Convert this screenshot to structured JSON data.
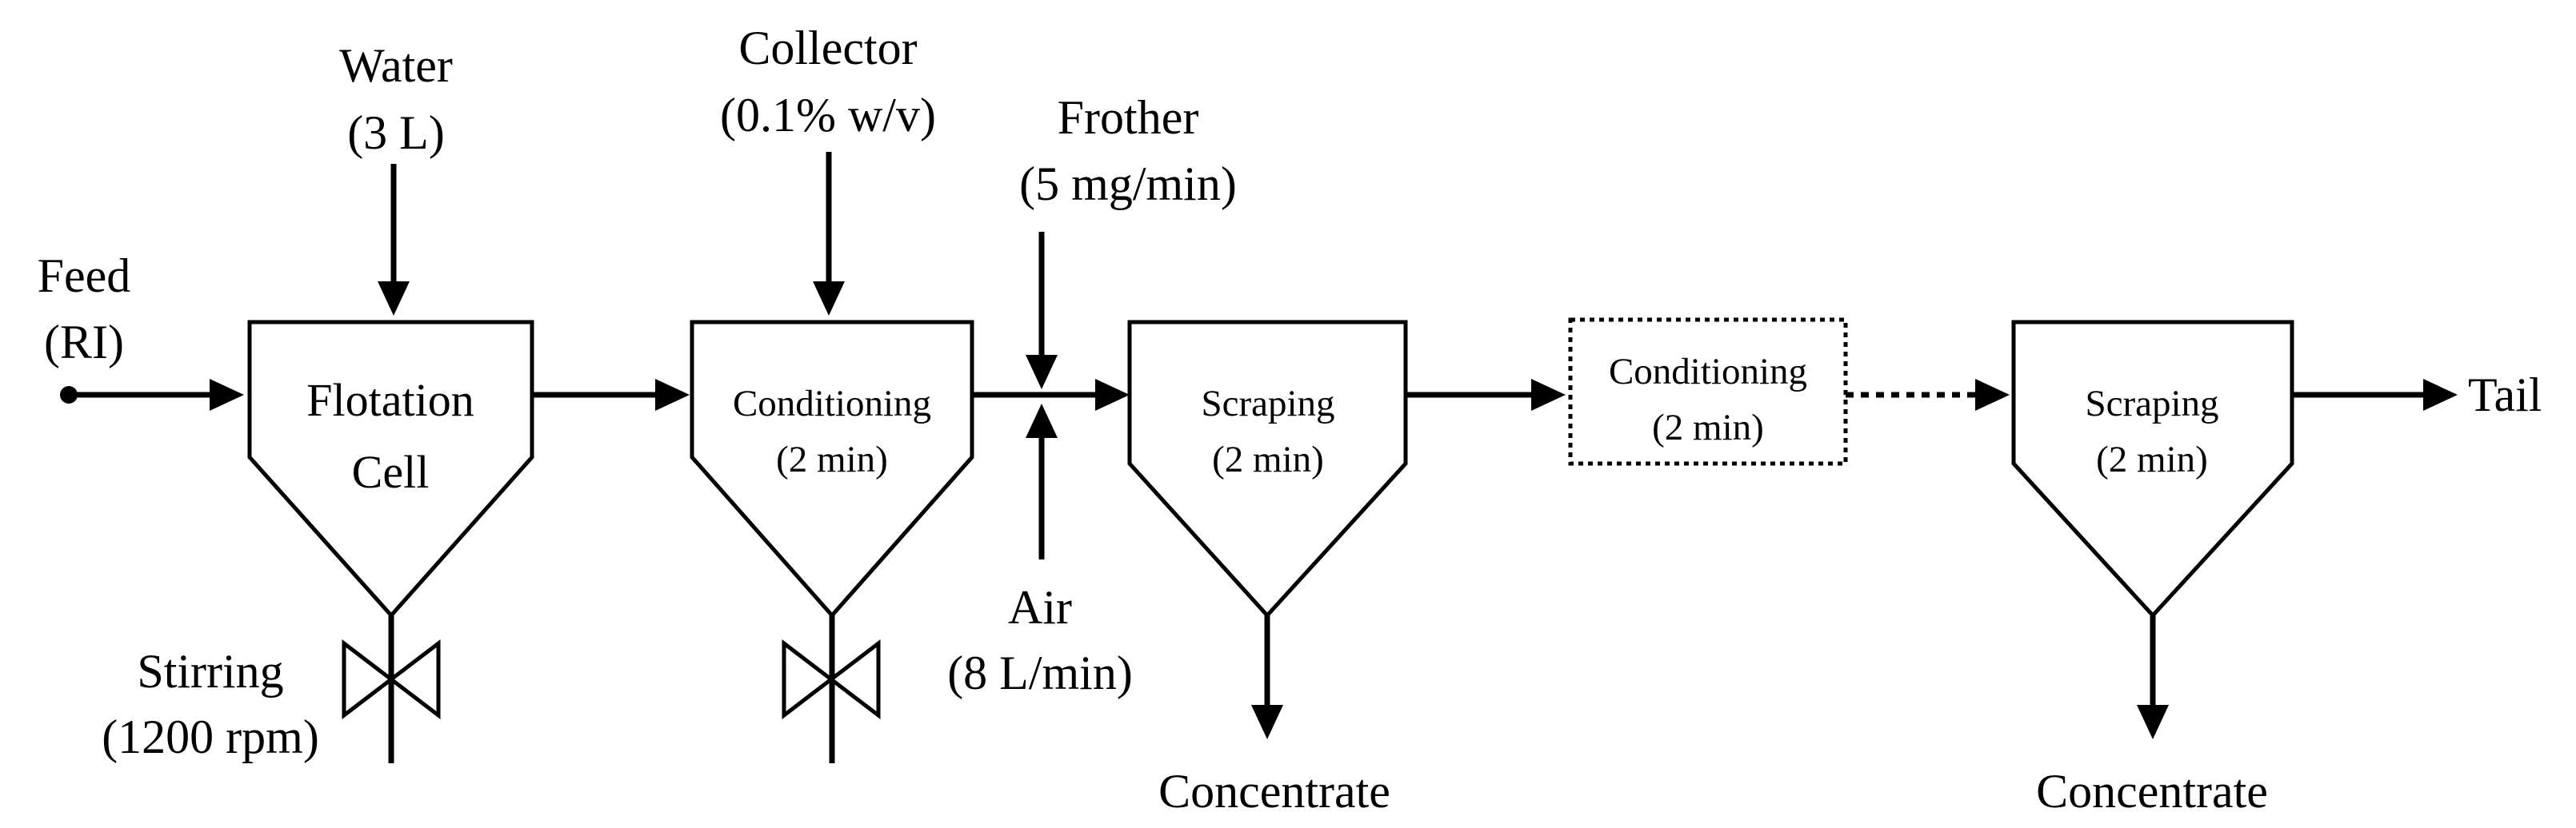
{
  "inputs": {
    "feed": {
      "label": "Feed",
      "value": "(RI)"
    },
    "water": {
      "label": "Water",
      "value": "(3 L)"
    },
    "collector": {
      "label": "Collector",
      "value": "(0.1% w/v)"
    },
    "frother": {
      "label": "Frother",
      "value": "(5 mg/min)"
    },
    "air": {
      "label": "Air",
      "value": "(8 L/min)"
    },
    "stirring": {
      "label": "Stirring",
      "value": "(1200 rpm)"
    }
  },
  "units": {
    "flotation_cell": {
      "line1": "Flotation",
      "line2": "Cell"
    },
    "conditioning_1": {
      "line1": "Conditioning",
      "line2": "(2 min)"
    },
    "scraping_1": {
      "line1": "Scraping",
      "line2": "(2 min)"
    },
    "conditioning_2": {
      "line1": "Conditioning",
      "line2": "(2 min)"
    },
    "scraping_2": {
      "line1": "Scraping",
      "line2": "(2 min)"
    }
  },
  "outputs": {
    "concentrate_1": "Concentrate",
    "concentrate_2": "Concentrate",
    "tail": "Tail"
  }
}
